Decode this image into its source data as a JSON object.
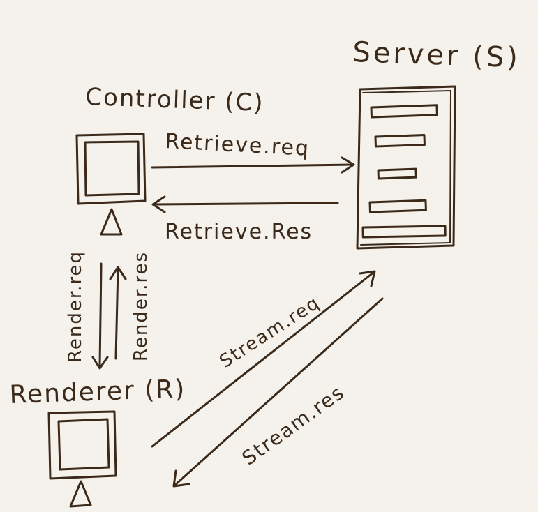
{
  "nodes": {
    "server": {
      "label": "Server (S)"
    },
    "controller": {
      "label": "Controller (C)"
    },
    "renderer": {
      "label": "Renderer (R)"
    }
  },
  "edges": {
    "retrieve_req": {
      "label": "Retrieve.req"
    },
    "retrieve_res": {
      "label": "Retrieve.Res"
    },
    "render_req": {
      "label": "Render.req"
    },
    "render_res": {
      "label": "Render.res"
    },
    "stream_req": {
      "label": "Stream.req"
    },
    "stream_res": {
      "label": "Stream.res"
    }
  },
  "colors": {
    "ink": "#3b2a1a",
    "paper": "#f7f4ef"
  }
}
